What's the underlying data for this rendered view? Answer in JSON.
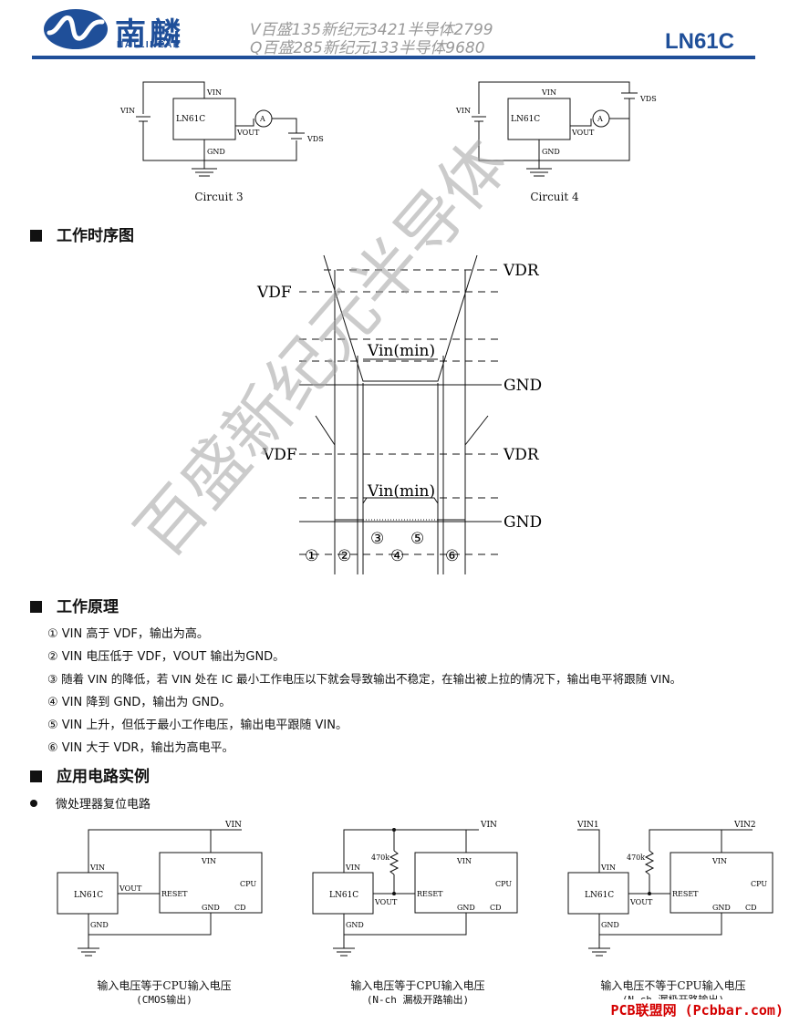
{
  "header": {
    "brand_cn": "南麟",
    "brand_en": "NATLINEAR",
    "contact_line1": "V百盛135新纪元3421半导体2799",
    "contact_line2": "Q百盛285新纪元133半导体9680",
    "part_number": "LN61C",
    "accent_color": "#1f4f99"
  },
  "circuits_top": {
    "circuit3": {
      "caption": "Circuit 3",
      "chip": "LN61C",
      "vin_source": "VIN",
      "pin_vin": "VIN",
      "pin_vout": "VOUT",
      "pin_gnd": "GND",
      "meter": "A",
      "vds": "VDS"
    },
    "circuit4": {
      "caption": "Circuit 4",
      "chip": "LN61C",
      "vin_source": "VIN",
      "pin_vin": "VIN",
      "pin_vout": "VOUT",
      "pin_gnd": "GND",
      "meter": "A",
      "vds": "VDS"
    }
  },
  "timing": {
    "title": "工作时序图",
    "labels": {
      "vdr_top": "VDR",
      "vdf_top": "VDF",
      "vin_min_top": "Vin(min)",
      "gnd_top": "GND",
      "vdf_bottom": "VDF",
      "vdr_bottom": "VDR",
      "vin_min_bottom": "Vin(min)",
      "gnd_bottom": "GND",
      "phase1": "①",
      "phase2": "②",
      "phase3": "③",
      "phase4": "④",
      "phase5": "⑤",
      "phase6": "⑥"
    }
  },
  "principle": {
    "title": "工作原理",
    "items": [
      "①  VIN 高于 VDF，输出为高。",
      "②  VIN 电压低于 VDF，VOUT 输出为GND。",
      "③  随着 VIN 的降低，若 VIN 处在 IC 最小工作电压以下就会导致输出不稳定，在输出被上拉的情况下，输出电平将跟随 VIN。",
      "④  VIN 降到 GND，输出为 GND。",
      "⑤  VIN 上升，但低于最小工作电压，输出电平跟随 VIN。",
      "⑥  VIN 大于 VDR，输出为高电平。"
    ]
  },
  "application": {
    "title": "应用电路实例",
    "bullet": "微处理器复位电路",
    "circuits": [
      {
        "chip": "LN61C",
        "cpu": "CPU",
        "vin_top": "VIN",
        "pin_vin": "VIN",
        "pin_vout": "VOUT",
        "pin_gnd": "GND",
        "cpu_vin": "VIN",
        "cpu_reset": "RESET",
        "cpu_gnd": "GND",
        "cpu_cd": "CD",
        "caption1": "输入电压等于CPU输入电压",
        "caption2": "(CMOS输出)"
      },
      {
        "chip": "LN61C",
        "cpu": "CPU",
        "vin_top": "VIN",
        "pin_vin": "VIN",
        "pin_vout": "VOUT",
        "pin_gnd": "GND",
        "cpu_vin": "VIN",
        "cpu_reset": "RESET",
        "cpu_gnd": "GND",
        "cpu_cd": "CD",
        "resistor": "470k",
        "caption1": "输入电压等于CPU输入电压",
        "caption2": "(N-ch 漏极开路输出)"
      },
      {
        "chip": "LN61C",
        "cpu": "CPU",
        "vin1": "VIN1",
        "vin2": "VIN2",
        "pin_vin": "VIN",
        "pin_vout": "VOUT",
        "pin_gnd": "GND",
        "cpu_vin": "VIN",
        "cpu_reset": "RESET",
        "cpu_gnd": "GND",
        "cpu_cd": "CD",
        "resistor": "470k",
        "caption1": "输入电压不等于CPU输入电压",
        "caption2": "(N-ch 漏极开路输出)"
      }
    ]
  },
  "watermark": "百盛新纪元半导体",
  "footer_tag": "PCB联盟网 (Pcbbar.com)"
}
